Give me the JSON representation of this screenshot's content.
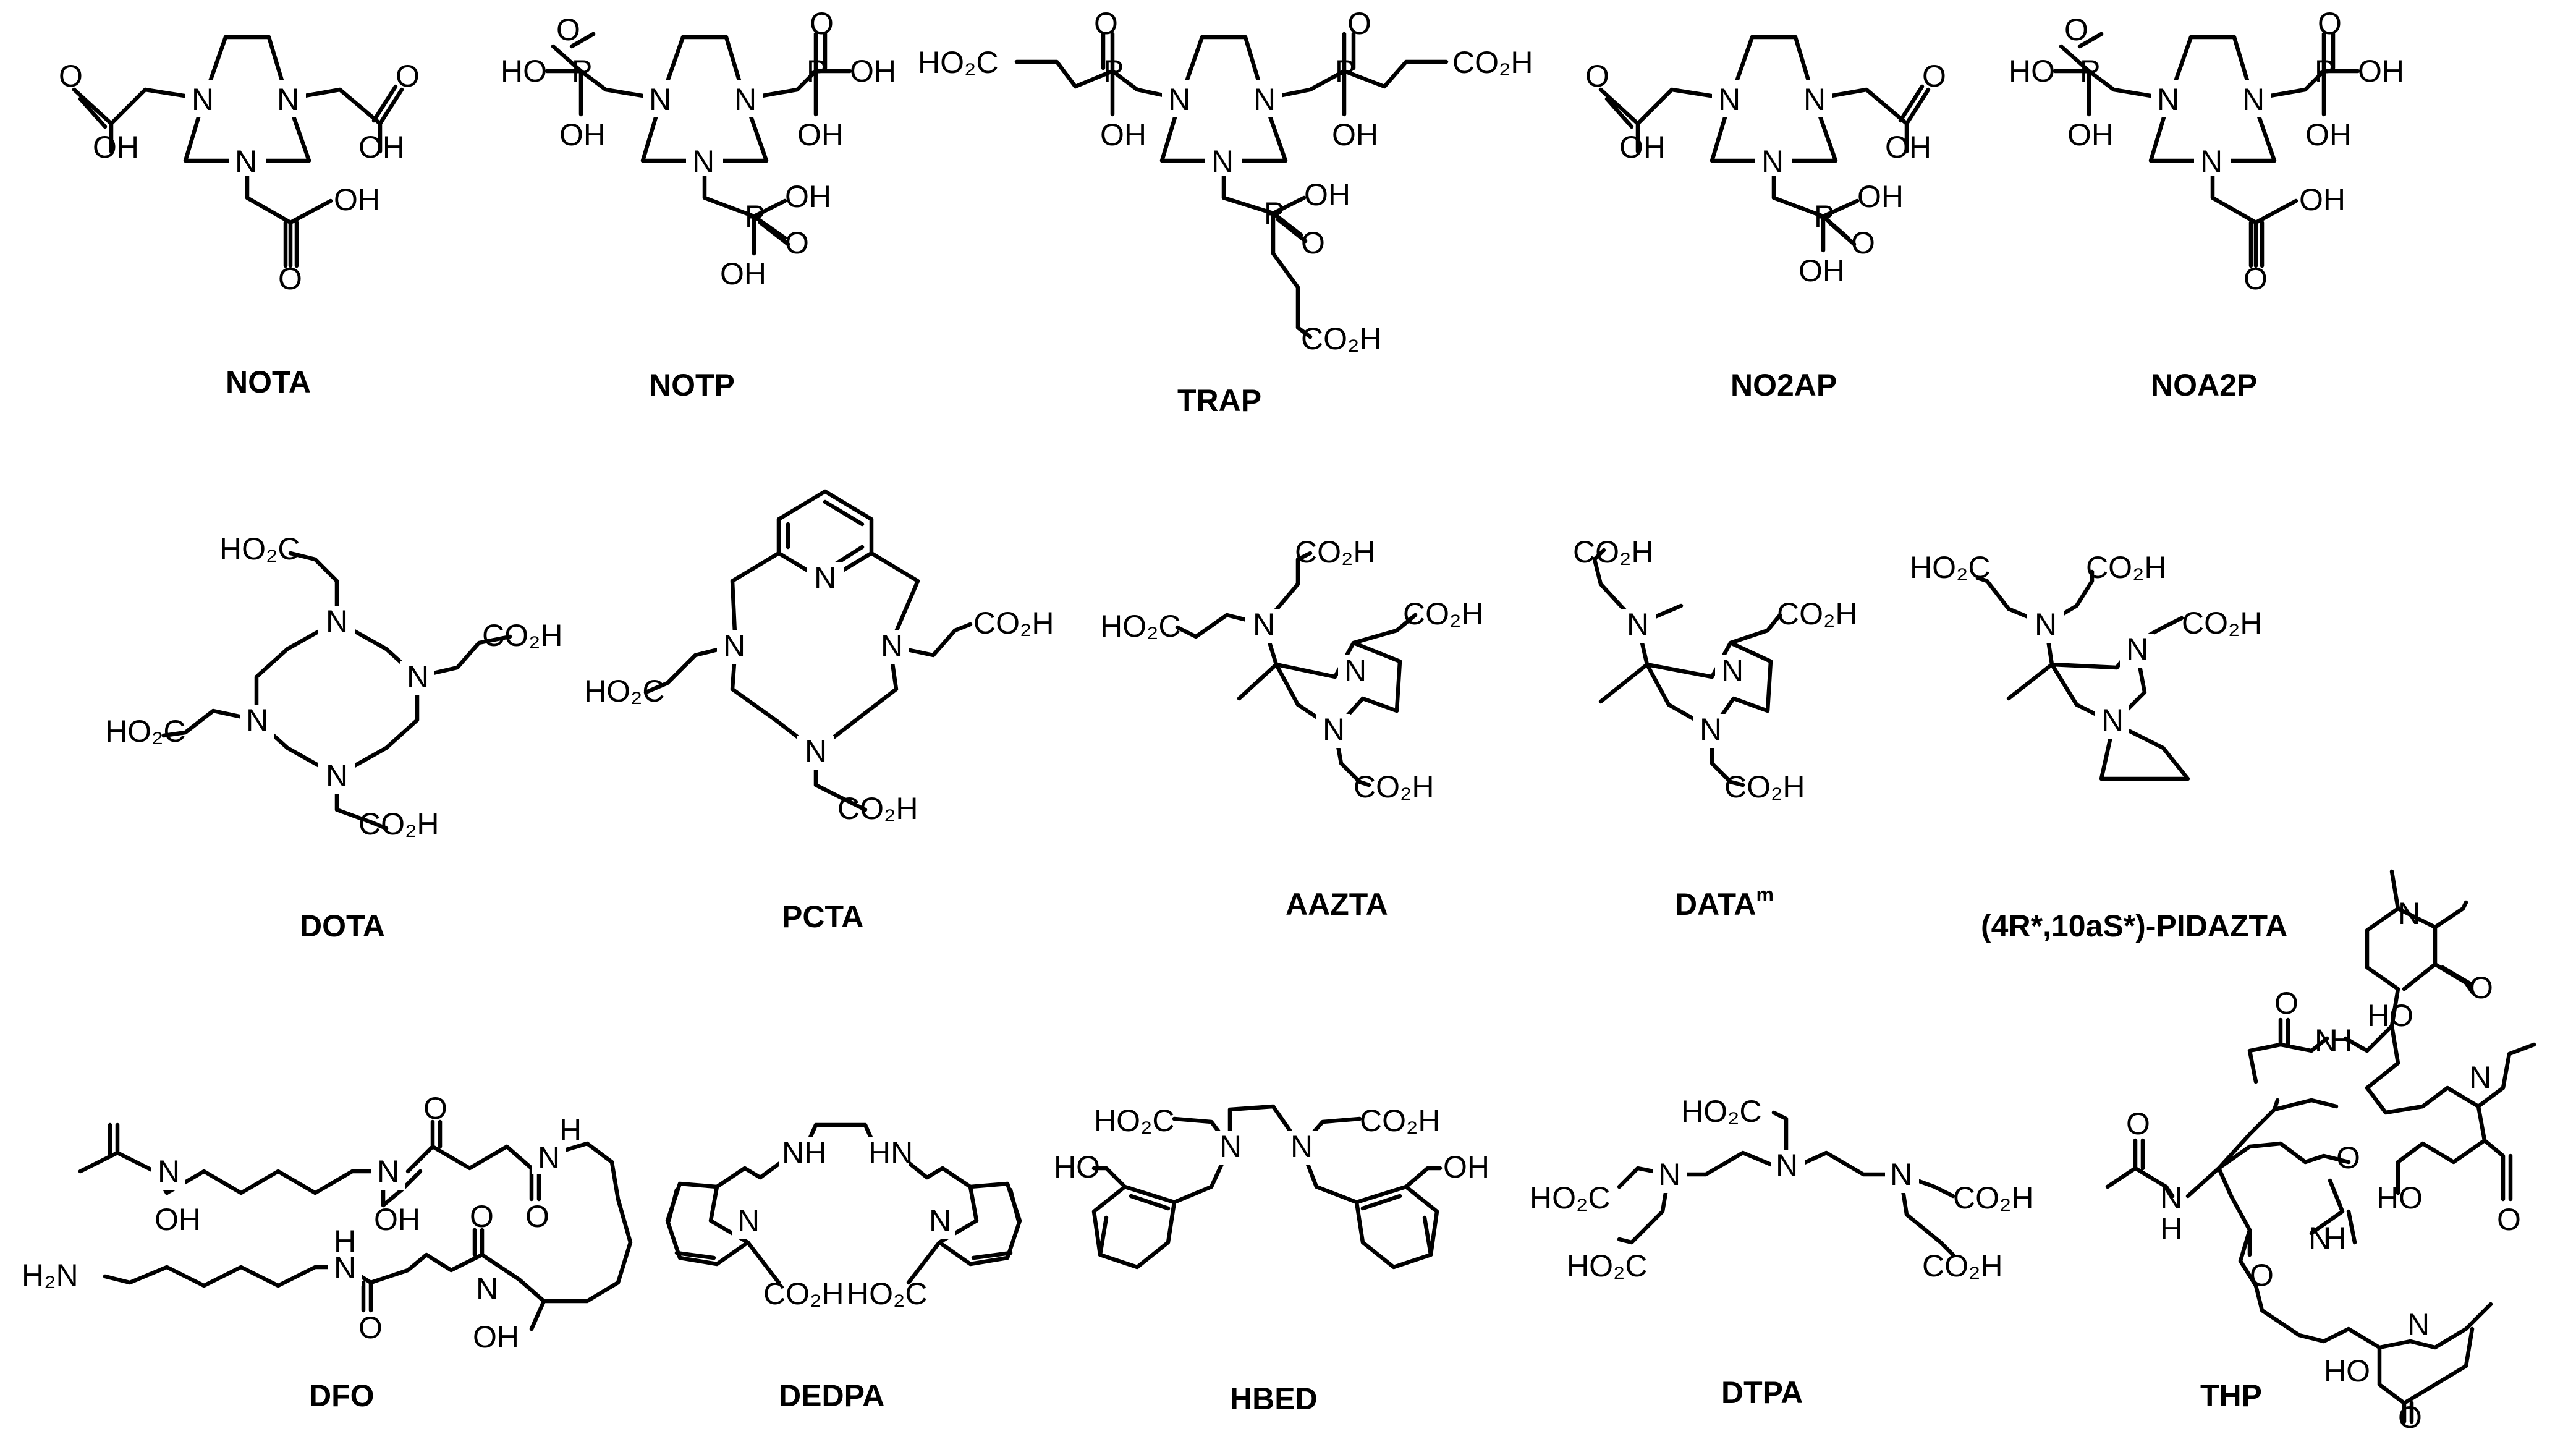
{
  "compounds": [
    {
      "id": "nota",
      "name": "NOTA",
      "atoms": [
        "N",
        "N",
        "N",
        "OH",
        "O",
        "OH",
        "O",
        "OH",
        "O"
      ]
    },
    {
      "id": "notp",
      "name": "NOTP",
      "atoms": [
        "N",
        "N",
        "N",
        "HO",
        "P",
        "O",
        "OH",
        "P",
        "O",
        "OH",
        "OH",
        "P",
        "O",
        "OH",
        "OH"
      ]
    },
    {
      "id": "trap",
      "name": "TRAP",
      "atoms": [
        "N",
        "N",
        "N",
        "HO₂C",
        "P",
        "O",
        "OH",
        "P",
        "O",
        "OH",
        "CO₂H",
        "P",
        "OH",
        "O",
        "CO₂H"
      ]
    },
    {
      "id": "no2ap",
      "name": "NO2AP",
      "atoms": [
        "N",
        "N",
        "N",
        "OH",
        "O",
        "OH",
        "O",
        "P",
        "OH",
        "O",
        "OH"
      ]
    },
    {
      "id": "noa2p",
      "name": "NOA2P",
      "atoms": [
        "N",
        "N",
        "N",
        "HO",
        "P",
        "O",
        "OH",
        "P",
        "O",
        "OH",
        "OH",
        "OH",
        "O"
      ]
    },
    {
      "id": "dota",
      "name": "DOTA",
      "atoms": [
        "N",
        "N",
        "N",
        "N",
        "HO₂C",
        "CO₂H",
        "HO₂C",
        "CO₂H"
      ]
    },
    {
      "id": "pcta",
      "name": "PCTA",
      "atoms": [
        "N",
        "N",
        "N",
        "N",
        "CO₂H",
        "HO₂C",
        "CO₂H"
      ]
    },
    {
      "id": "aazta",
      "name": "AAZTA",
      "atoms": [
        "N",
        "N",
        "N",
        "CO₂H",
        "HO₂C",
        "CO₂H",
        "CO₂H"
      ]
    },
    {
      "id": "datam",
      "name": "DATA",
      "sup": "m",
      "atoms": [
        "N",
        "N",
        "N",
        "CO₂H",
        "CO₂H",
        "CO₂H"
      ]
    },
    {
      "id": "pidazta",
      "name": "(4R*,10aS*)-PIDAZTA",
      "atoms": [
        "N",
        "N",
        "N",
        "HO₂C",
        "CO₂H",
        "CO₂H"
      ]
    },
    {
      "id": "dfo",
      "name": "DFO",
      "atoms": [
        "N",
        "OH",
        "N",
        "OH",
        "O",
        "O",
        "H",
        "N",
        "H",
        "N",
        "O",
        "O",
        "N",
        "OH",
        "H₂N"
      ]
    },
    {
      "id": "dedpa",
      "name": "DEDPA",
      "atoms": [
        "NH",
        "HN",
        "N",
        "N",
        "CO₂H",
        "HO₂C"
      ]
    },
    {
      "id": "hbed",
      "name": "HBED",
      "atoms": [
        "HO₂C",
        "N",
        "N",
        "CO₂H",
        "HO",
        "OH"
      ]
    },
    {
      "id": "dtpa",
      "name": "DTPA",
      "atoms": [
        "HO₂C",
        "N",
        "N",
        "N",
        "HO₂C",
        "CO₂H",
        "HO₂C",
        "CO₂H"
      ]
    },
    {
      "id": "thp",
      "name": "THP",
      "atoms": [
        "N",
        "O",
        "H",
        "N",
        "HO",
        "O",
        "O",
        "N",
        "H",
        "N",
        "HO",
        "O",
        "O",
        "N",
        "H",
        "N",
        "HO",
        "O",
        "O"
      ]
    }
  ]
}
